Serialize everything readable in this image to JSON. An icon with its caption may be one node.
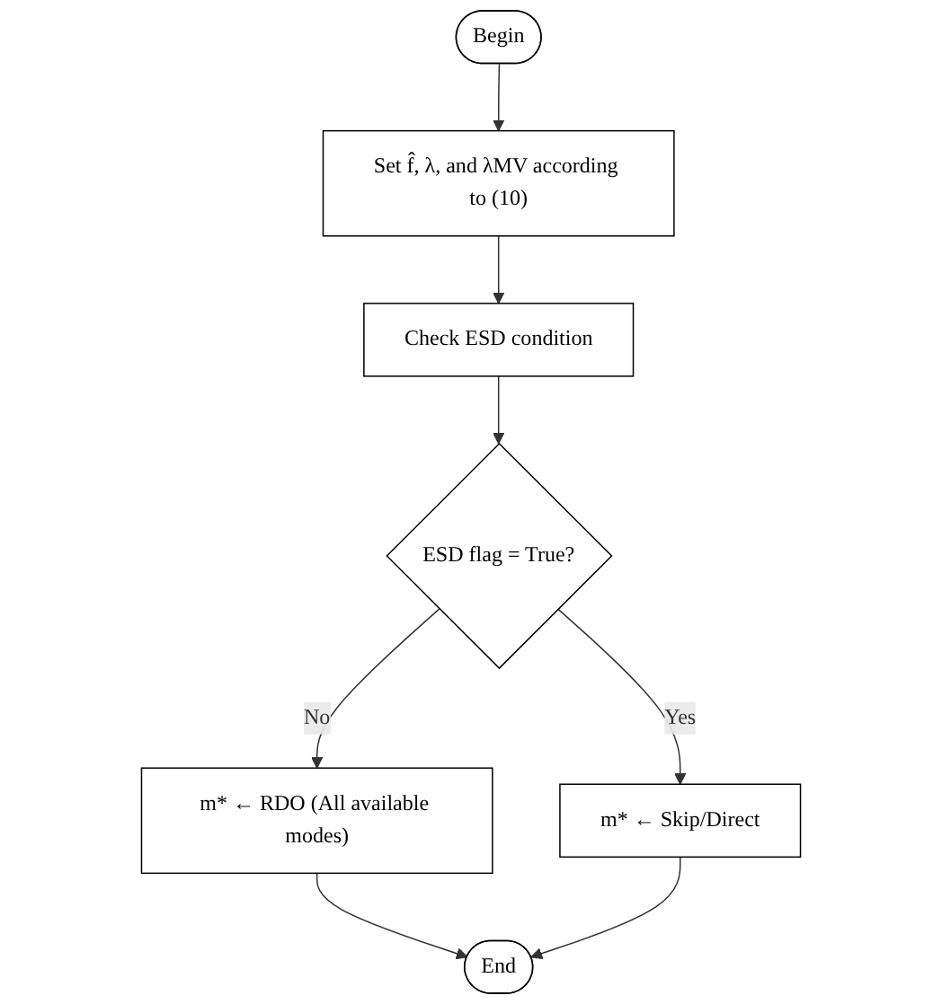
{
  "diagram": {
    "nodes": [
      {
        "text": [
          "Begin"
        ]
      },
      {
        "text": [
          "Set f̂, λ, and λMV according to (10)"
        ]
      },
      {
        "text": [
          "Check ESD condition"
        ]
      },
      {
        "text": [
          "ESD flag = True?"
        ]
      },
      {
        "text": [
          "m* ← Skip/Direct"
        ]
      },
      {
        "text": [
          "m* ← RDO (All available modes)"
        ]
      },
      {
        "text": [
          "End"
        ]
      }
    ],
    "edges": [
      {
        "from": 0,
        "to": 1,
        "arrow": "to"
      },
      {
        "from": 1,
        "to": 2,
        "arrow": "to"
      },
      {
        "from": 2,
        "to": 3,
        "arrow": "to"
      },
      {
        "from": 3,
        "to": 4,
        "arrow": "to",
        "label": "Yes"
      },
      {
        "from": 3,
        "to": 5,
        "arrow": "to",
        "label": "No"
      },
      {
        "from": 5,
        "to": 6,
        "arrow": "to"
      },
      {
        "from": 4,
        "to": 6,
        "arrow": "to"
      }
    ]
  }
}
